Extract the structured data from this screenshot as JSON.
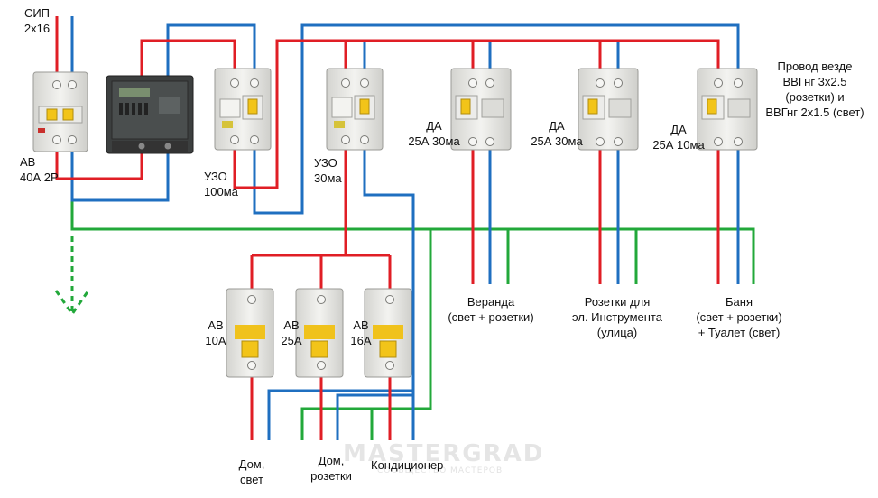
{
  "colors": {
    "phase": "#e01e25",
    "neutral": "#1f6fc0",
    "ground": "#22a83a",
    "device_body": "#e8e8e4",
    "device_edge": "#9a9a96",
    "lever": "#f2c419",
    "meter_body": "#3c3f3f"
  },
  "labels": {
    "sip": [
      "СИП",
      "2х16"
    ],
    "ab_main": [
      "АВ",
      "40А 2Р"
    ],
    "uzo100": [
      "УЗО",
      "100ма"
    ],
    "uzo30": [
      "УЗО",
      "30ма"
    ],
    "da1": [
      "ДА",
      "25А 30ма"
    ],
    "da2": [
      "ДА",
      "25А 30ма"
    ],
    "da3": [
      "ДА",
      "25А 10ма"
    ],
    "cable_note": [
      "Провод везде",
      "ВВГнг 3х2.5",
      "(розетки) и",
      "ВВГнг 2х1.5 (свет)"
    ],
    "ab10": [
      "АВ",
      "10А"
    ],
    "ab25": [
      "АВ",
      "25А"
    ],
    "ab16": [
      "АВ",
      "16А"
    ],
    "veranda": [
      "Веранда",
      "(свет + розетки)"
    ],
    "sockets_tool": [
      "Розетки для",
      "эл. Инструмента",
      "(улица)"
    ],
    "banya": [
      "Баня",
      "(свет + розетки)",
      "+ Туалет (свет)"
    ],
    "dom_svet": [
      "Дом,",
      "свет"
    ],
    "dom_rozetki": [
      "Дом,",
      "розетки"
    ],
    "conditioner": [
      "Кондиционер"
    ]
  },
  "watermark": {
    "main": "MASTERGRAD",
    "sub": "СООБЩЕСТВО МАСТЕРОВ"
  },
  "icons": [
    "ground-arrow-icon"
  ]
}
